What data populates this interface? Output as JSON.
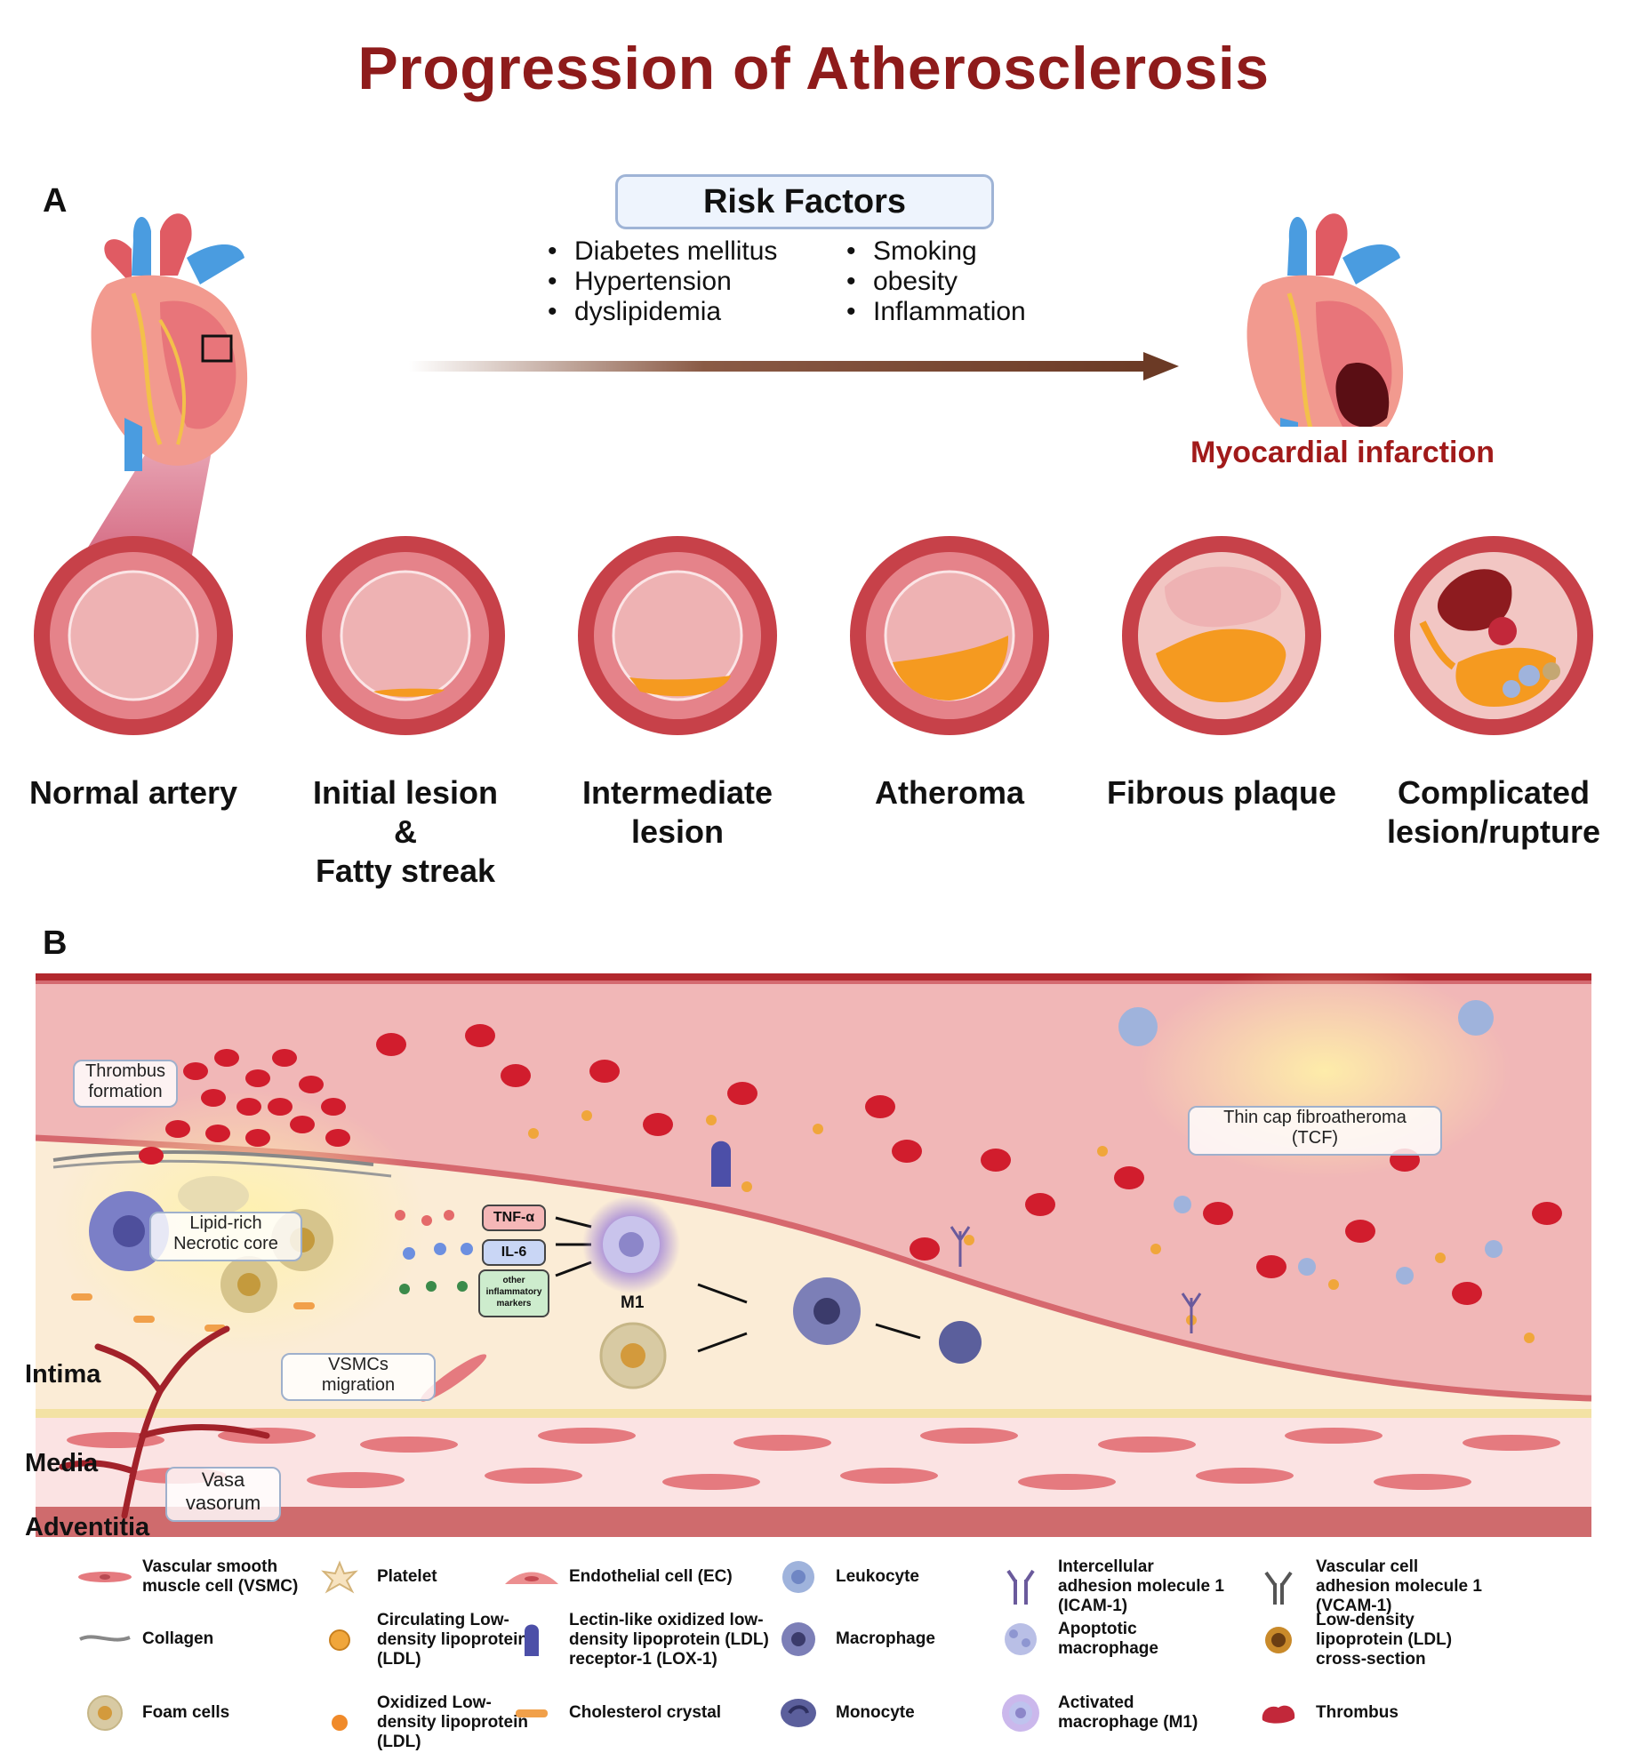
{
  "title": "Progression of Atherosclerosis",
  "panel_a": {
    "label": "A",
    "risk_factors_title": "Risk Factors",
    "risk_factors_left": [
      "Diabetes mellitus",
      "Hypertension",
      "dyslipidemia"
    ],
    "risk_factors_right": [
      "Smoking",
      "obesity",
      "Inflammation"
    ],
    "outcome_label": "Myocardial infarction",
    "stages": [
      [
        "Normal artery"
      ],
      [
        "Initial lesion",
        "&",
        "Fatty streak"
      ],
      [
        "Intermediate",
        "lesion"
      ],
      [
        "Atheroma"
      ],
      [
        "Fibrous plaque"
      ],
      [
        "Complicated",
        "lesion/rupture"
      ]
    ]
  },
  "panel_b": {
    "label": "B",
    "callouts": {
      "thrombus": [
        "Thrombus",
        "formation"
      ],
      "necrotic": [
        "Lipid-rich",
        "Necrotic core"
      ],
      "vsmc": [
        "VSMCs",
        "migration"
      ],
      "vasa": [
        "Vasa",
        "vasorum"
      ],
      "tcf": [
        "Thin cap fibroatheroma",
        "(TCF)"
      ]
    },
    "cytokines": [
      "TNF-α",
      "IL-6",
      "other inflammatory markers"
    ],
    "m1_label": "M1",
    "layers": [
      "Intima",
      "Media",
      "Adventitia"
    ]
  },
  "legend": [
    {
      "icon": "vsmc-icon",
      "label": "Vascular smooth muscle cell (VSMC)"
    },
    {
      "icon": "platelet-icon",
      "label": "Platelet"
    },
    {
      "icon": "endothelial-cell-icon",
      "label": "Endothelial cell (EC)"
    },
    {
      "icon": "leukocyte-icon",
      "label": "Leukocyte"
    },
    {
      "icon": "icam-icon",
      "label": "Intercellular adhesion molecule 1 (ICAM-1)"
    },
    {
      "icon": "vcam-icon",
      "label": "Vascular cell adhesion molecule 1 (VCAM-1)"
    },
    {
      "icon": "collagen-icon",
      "label": "Collagen"
    },
    {
      "icon": "ldl-icon",
      "label": "Circulating Low-density lipoprotein (LDL)"
    },
    {
      "icon": "lox1-icon",
      "label": "Lectin-like oxidized low-density lipoprotein (LDL) receptor-1 (LOX-1)"
    },
    {
      "icon": "macrophage-icon",
      "label": "Macrophage"
    },
    {
      "icon": "apoptotic-macrophage-icon",
      "label": "Apoptotic macrophage"
    },
    {
      "icon": "ldl-cross-section-icon",
      "label": "Low-density lipoprotein (LDL) cross-section"
    },
    {
      "icon": "foam-cell-icon",
      "label": "Foam cells"
    },
    {
      "icon": "oxldl-icon",
      "label": "Oxidized Low-density lipoprotein (LDL)"
    },
    {
      "icon": "cholesterol-crystal-icon",
      "label": "Cholesterol crystal"
    },
    {
      "icon": "monocyte-icon",
      "label": "Monocyte"
    },
    {
      "icon": "m1-macrophage-icon",
      "label": "Activated macrophage (M1)"
    },
    {
      "icon": "thrombus-icon",
      "label": "Thrombus"
    }
  ]
}
